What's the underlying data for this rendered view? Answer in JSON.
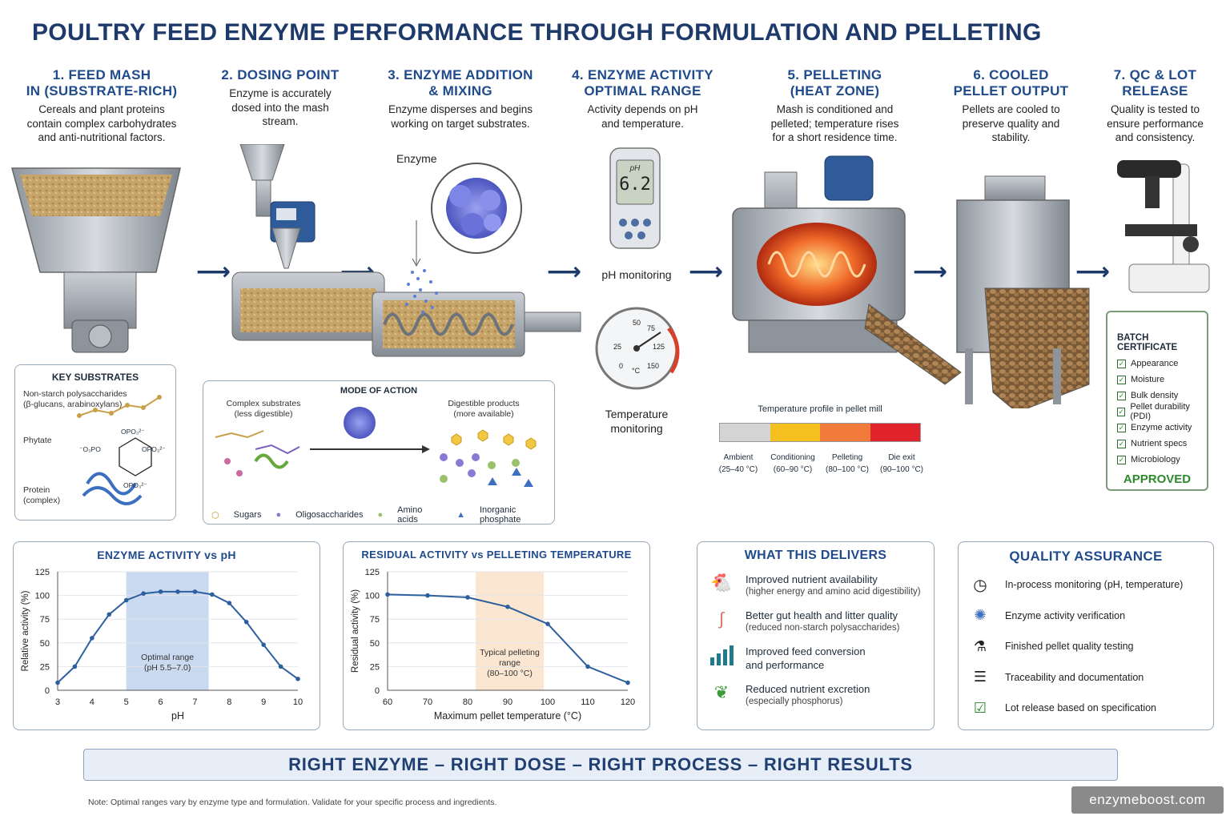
{
  "title": "POULTRY FEED ENZYME PERFORMANCE THROUGH FORMULATION AND PELLETING",
  "steps": [
    {
      "h1": "1. FEED MASH",
      "h2": "IN (SUBSTRATE-RICH)",
      "d": [
        "Cereals and plant proteins",
        "contain complex carbohydrates",
        "and anti-nutritional factors."
      ]
    },
    {
      "h1": "2. DOSING POINT",
      "h2": "",
      "d": [
        "Enzyme is accurately",
        "dosed into the mash",
        "stream."
      ]
    },
    {
      "h1": "3. ENZYME ADDITION",
      "h2": "& MIXING",
      "d": [
        "Enzyme disperses and begins",
        "working on target substrates."
      ]
    },
    {
      "h1": "4. ENZYME ACTIVITY",
      "h2": "OPTIMAL RANGE",
      "d": [
        "Activity depends on pH",
        "and temperature."
      ]
    },
    {
      "h1": "5. PELLETING",
      "h2": "(HEAT ZONE)",
      "d": [
        "Mash is conditioned and",
        "pelleted; temperature rises",
        "for a short residence time."
      ]
    },
    {
      "h1": "6. COOLED",
      "h2": "PELLET OUTPUT",
      "d": [
        "Pellets are cooled to",
        "preserve quality and",
        "stability."
      ]
    },
    {
      "h1": "7. QC & LOT",
      "h2": "RELEASE",
      "d": [
        "Quality is tested to",
        "ensure performance",
        "and consistency."
      ]
    }
  ],
  "enzyme_label": "Enzyme",
  "ph_meter": {
    "screen_label": "pH",
    "reading": "6.2",
    "caption": "pH monitoring"
  },
  "thermometer": {
    "ticks": [
      "0",
      "25",
      "50",
      "75",
      "125",
      "150"
    ],
    "unit": "°C",
    "caption1": "Temperature",
    "caption2": "monitoring"
  },
  "key_substrates": {
    "title": "KEY SUBSTRATES",
    "nsp1": "Non-starch polysaccharides",
    "nsp2": "(β-glucans, arabinoxylans)",
    "phytate": "Phytate",
    "protein1": "Protein",
    "protein2": "(complex)",
    "phytate_groups": [
      "OPO₃²⁻",
      "OPO₃²⁻",
      "OPO₃²⁻",
      "⁻O₃PO"
    ]
  },
  "mode_of_action": {
    "title": "MODE OF ACTION",
    "left1": "Complex substrates",
    "left2": "(less digestible)",
    "right1": "Digestible products",
    "right2": "(more available)",
    "legend": [
      "Sugars",
      "Oligosaccharides",
      "Amino acids",
      "Inorganic phosphate"
    ]
  },
  "temp_profile": {
    "title": "Temperature profile in pellet mill",
    "zones": [
      {
        "name": "Ambient",
        "range": "(25–40 °C)",
        "color": "#d4d4d4"
      },
      {
        "name": "Conditioning",
        "range": "(60–90 °C)",
        "color": "#f4c020"
      },
      {
        "name": "Pelleting",
        "range": "(80–100 °C)",
        "color": "#f07a3a"
      },
      {
        "name": "Die exit",
        "range": "(90–100 °C)",
        "color": "#e0232a"
      }
    ]
  },
  "batch_certificate": {
    "title": "BATCH CERTIFICATE",
    "items": [
      "Appearance",
      "Moisture",
      "Bulk density",
      "Pellet durability (PDI)",
      "Enzyme activity",
      "Nutrient specs",
      "Microbiology"
    ],
    "status": "APPROVED"
  },
  "chart_data": [
    {
      "type": "line",
      "title": "ENZYME ACTIVITY vs pH",
      "xlabel": "pH",
      "ylabel": "Relative activity (%)",
      "xlim": [
        3,
        10
      ],
      "ylim": [
        0,
        125
      ],
      "xticks": [
        "3",
        "4",
        "5",
        "6",
        "7",
        "8",
        "9",
        "10"
      ],
      "yticks": [
        "0",
        "25",
        "50",
        "75",
        "100",
        "125"
      ],
      "x": [
        3,
        3.5,
        4,
        4.5,
        5,
        5.5,
        6,
        6.5,
        7,
        7.5,
        8,
        8.5,
        9,
        9.5,
        10
      ],
      "y": [
        8,
        25,
        55,
        80,
        95,
        102,
        104,
        104,
        104,
        101,
        92,
        72,
        48,
        25,
        12
      ],
      "band": {
        "from": 5,
        "to": 7.4,
        "label1": "Optimal range",
        "label2": "(pH 5.5–7.0)",
        "color": "#c9d9ef"
      }
    },
    {
      "type": "line",
      "title": "RESIDUAL ACTIVITY vs PELLETING TEMPERATURE",
      "xlabel": "Maximum pellet temperature (°C)",
      "ylabel": "Residual activity (%)",
      "xlim": [
        60,
        120
      ],
      "ylim": [
        0,
        125
      ],
      "xticks": [
        "60",
        "70",
        "80",
        "90",
        "100",
        "110",
        "120"
      ],
      "yticks": [
        "0",
        "25",
        "50",
        "75",
        "100",
        "125"
      ],
      "x": [
        60,
        70,
        80,
        90,
        100,
        110,
        120
      ],
      "y": [
        101,
        100,
        98,
        88,
        70,
        25,
        8
      ],
      "band": {
        "from": 82,
        "to": 99,
        "label1": "Typical pelleting",
        "label2": "range",
        "label3": "(80–100 °C)",
        "color": "#fbe6d2"
      }
    }
  ],
  "delivers": {
    "title": "WHAT THIS DELIVERS",
    "items": [
      {
        "icon": "chicken-icon",
        "main": "Improved nutrient availability",
        "sub": "(higher energy and amino acid digestibility)"
      },
      {
        "icon": "gut-icon",
        "main": "Better gut health and litter quality",
        "sub": "(reduced non-starch polysaccharides)"
      },
      {
        "icon": "bar-chart-icon",
        "main": "Improved feed conversion",
        "sub": "and performance"
      },
      {
        "icon": "leaf-icon",
        "main": "Reduced nutrient excretion",
        "sub": "(especially phosphorus)"
      }
    ]
  },
  "qa": {
    "title": "QUALITY ASSURANCE",
    "items": [
      {
        "icon": "clock-icon",
        "label": "In-process monitoring (pH, temperature)"
      },
      {
        "icon": "enzyme-icon",
        "label": "Enzyme activity verification"
      },
      {
        "icon": "microscope-icon",
        "label": "Finished pellet quality testing"
      },
      {
        "icon": "clipboard-icon",
        "label": "Traceability and documentation"
      },
      {
        "icon": "check-icon",
        "label": "Lot release based on specification"
      }
    ]
  },
  "banner": "RIGHT ENZYME – RIGHT DOSE – RIGHT PROCESS – RIGHT RESULTS",
  "note": "Note: Optimal ranges vary by enzyme type and formulation. Validate for your specific process and ingredients.",
  "brand": "enzymeboost.com",
  "colors": {
    "primary": "#1f4a8c",
    "line": "#2c5f9e",
    "approved": "#2c8a2c"
  }
}
